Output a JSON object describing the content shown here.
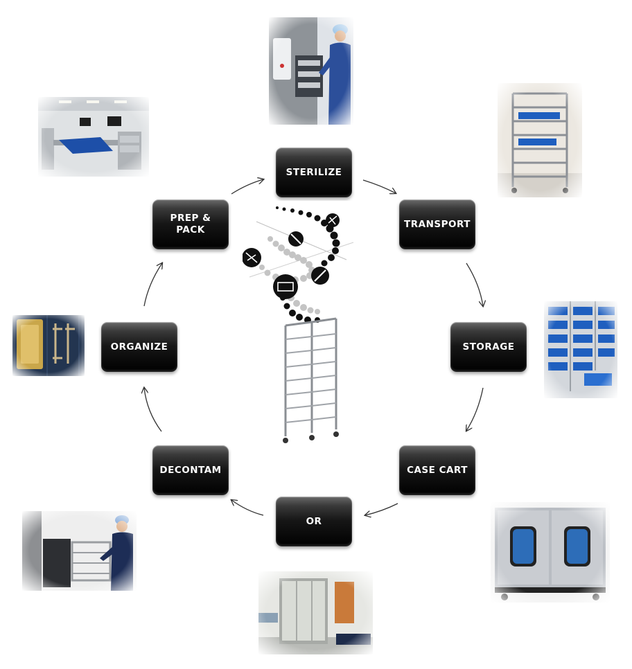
{
  "steps": [
    {
      "id": "sterilize",
      "label": "STERILIZE"
    },
    {
      "id": "transport",
      "label": "TRANSPORT"
    },
    {
      "id": "storage",
      "label": "STORAGE"
    },
    {
      "id": "case-cart",
      "label": "CASE CART"
    },
    {
      "id": "or",
      "label": "OR"
    },
    {
      "id": "decontam",
      "label": "DECONTAM"
    },
    {
      "id": "organize",
      "label": "ORGANIZE"
    },
    {
      "id": "prep-pack",
      "label": "PREP &\nPACK"
    }
  ],
  "colors": {
    "box_top": "#6a6a6a",
    "box_bottom": "#000000",
    "label": "#ffffff",
    "arrow": "#333333",
    "scrub_blue": "#2c4f9a",
    "steel": "#b8bcc2",
    "bin_blue": "#1f5fbf"
  }
}
